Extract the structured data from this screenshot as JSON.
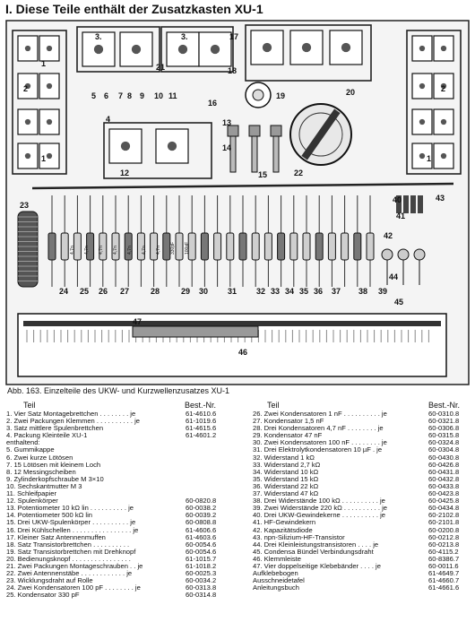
{
  "title": "I. Diese Teile enthält der Zusatzkasten XU-1",
  "photo": {
    "top_labels": [
      "1",
      "3.",
      "3.",
      "21",
      "17",
      "18",
      "2",
      "2",
      "5",
      "6",
      "7",
      "8",
      "9",
      "10",
      "11",
      "16",
      "19",
      "20",
      "4",
      "1",
      "1",
      "12",
      "13",
      "14",
      "15",
      "22"
    ],
    "bottom_labels": [
      "23",
      "24",
      "25",
      "26",
      "27",
      "28",
      "29",
      "30",
      "31",
      "32",
      "33",
      "34",
      "35",
      "36",
      "37",
      "38",
      "39",
      "40",
      "41",
      "42",
      "43",
      "44",
      "45",
      "47",
      "46"
    ],
    "resistor_values": [
      "4,7n",
      "4,7n",
      "4,7n",
      "4,7n",
      "4,7n",
      "4,7n",
      "4,7n",
      "330pF",
      "100pF"
    ]
  },
  "caption": "Abb. 163.   Einzelteile des UKW- und Kurzwellenzusatzes XU-1",
  "headers": {
    "left_teil": "Teil",
    "left_bestnr": "Best.-Nr.",
    "right_teil": "Teil",
    "right_bestnr": "Best.-Nr."
  },
  "left_items": [
    {
      "text": "1. Vier Satz Montagebrettchen . . . . . . . . je",
      "nr": "61-4610.6"
    },
    {
      "text": "2. Zwei Packungen Klemmen . . . . . . . . . . je",
      "nr": "61-1019.6"
    },
    {
      "text": "3. Satz mittlere Spulenbrettchen",
      "nr": "61-4615.6"
    },
    {
      "text": "4. Packung Kleinteile XU-1",
      "nr": "61-4601.2"
    },
    {
      "text": "    enthaltend:",
      "nr": ""
    },
    {
      "text": "    5. Gummikappe",
      "nr": ""
    },
    {
      "text": "    6. Zwei kurze Lötösen",
      "nr": ""
    },
    {
      "text": "    7. 15 Lötösen mit kleinem Loch",
      "nr": ""
    },
    {
      "text": "    8. 12 Messingscheiben",
      "nr": ""
    },
    {
      "text": "    9. Zylinderkopfschraube M 3×10",
      "nr": ""
    },
    {
      "text": "    10. Sechskantmutter M 3",
      "nr": ""
    },
    {
      "text": "    11. Schleifpapier",
      "nr": ""
    },
    {
      "text": "12. Spulenkörper",
      "nr": "60-0820.8"
    },
    {
      "text": "13. Potentiometer 10 kΩ lin . . . . . . . . . . je",
      "nr": "60-0038.2"
    },
    {
      "text": "14. Potentiometer 500 kΩ lin",
      "nr": "60-0039.2"
    },
    {
      "text": "15. Drei UKW-Spulenkörper . . . . . . . . . . je",
      "nr": "60-0808.8"
    },
    {
      "text": "16. Drei Kühlschellen . . . . . . . . . . . . . . . . je",
      "nr": "61-4606.6"
    },
    {
      "text": "17. Kleiner Satz Antennenmuffen",
      "nr": "61-4603.6"
    },
    {
      "text": "18. Satz Transistorbrettchen . . . . . . . . . .",
      "nr": "60-0054.6"
    },
    {
      "text": "19. Satz Transistorbrettchen mit Drehknopf",
      "nr": "60-0054.6"
    },
    {
      "text": "20. Bedienungsknopf . . . . . . . . . . . . . . . .",
      "nr": "61-1015.7"
    },
    {
      "text": "21. Zwei Packungen Montageschrauben . . je",
      "nr": "61-1018.2"
    },
    {
      "text": "22. Zwei Antennenstäbe . . . . . . . . . . . . je",
      "nr": "60-0025.3"
    },
    {
      "text": "23. Wicklungsdraht auf Rolle",
      "nr": "60-0034.2"
    },
    {
      "text": "24. Zwei Kondensatoren 100 pF . . . . . . . . je",
      "nr": "60-0313.8"
    },
    {
      "text": "25. Kondensator 330 pF",
      "nr": "60-0314.8"
    }
  ],
  "right_items": [
    {
      "text": "26. Zwei Kondensatoren 1 nF . . . . . . . . . . je",
      "nr": "60-0310.8"
    },
    {
      "text": "27. Kondensator 1,5 nF",
      "nr": "60-0321.8"
    },
    {
      "text": "28. Drei Kondensatoren 4,7 nF . . . . . . . . je",
      "nr": "60-0306.8"
    },
    {
      "text": "29. Kondensator 47 nF",
      "nr": "60-0315.8"
    },
    {
      "text": "30. Zwei Kondensatoren 100 nF . . . . . . . . je",
      "nr": "60-0324.8"
    },
    {
      "text": "31. Drei Elektrolytkondensatoren 10 µF . je",
      "nr": "60-0304.8"
    },
    {
      "text": "32. Widerstand 1 kΩ",
      "nr": "60-0430.8"
    },
    {
      "text": "33. Widerstand 2,7 kΩ",
      "nr": "60-0426.8"
    },
    {
      "text": "34. Widerstand 10 kΩ",
      "nr": "60-0431.8"
    },
    {
      "text": "35. Widerstand 15 kΩ",
      "nr": "60-0432.8"
    },
    {
      "text": "36. Widerstand 22 kΩ",
      "nr": "60-0433.8"
    },
    {
      "text": "37. Widerstand 47 kΩ",
      "nr": "60-0423.8"
    },
    {
      "text": "38. Drei Widerstände 100 kΩ . . . . . . . . . . je",
      "nr": "60-0425.8"
    },
    {
      "text": "39. Zwei Widerstände 220 kΩ . . . . . . . . . . je",
      "nr": "60-0434.8"
    },
    {
      "text": "40. Drei UKW-Gewindekerne . . . . . . . . . . je",
      "nr": "60-2102.8"
    },
    {
      "text": "41. HF-Gewindekern",
      "nr": "60-2101.8"
    },
    {
      "text": "42. Kapazitätsdiode",
      "nr": "60-0200.8"
    },
    {
      "text": "43. npn-Silizium-HF-Transistor",
      "nr": "60-0212.8"
    },
    {
      "text": "44. Drei Kleinleistungstransistoren . . . . je",
      "nr": "60-0213.8"
    },
    {
      "text": "45. Condensa Bündel Verbindungsdraht",
      "nr": "60-4115.2"
    },
    {
      "text": "46. Klemmleiste",
      "nr": "60-8386.7"
    },
    {
      "text": "47. Vier doppelseitige Klebebänder . . . . je",
      "nr": "60-0011.6"
    },
    {
      "text": "    Aufklebebogen",
      "nr": "61-4649.7"
    },
    {
      "text": "    Ausschneidetafel",
      "nr": "61-4660.7"
    },
    {
      "text": "    Anleitungsbuch",
      "nr": "61-4661.6"
    }
  ]
}
